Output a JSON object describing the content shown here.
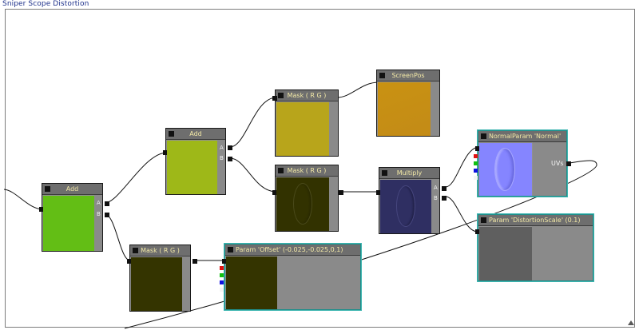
{
  "window": {
    "title": "Sniper Scope Distortion"
  },
  "nodes": {
    "screenpos": {
      "title": "ScreenPos"
    },
    "mask_top": {
      "title": "Mask ( R G )"
    },
    "add_mid": {
      "title": "Add",
      "pin_a": "A",
      "pin_b": "B"
    },
    "mask_mid": {
      "title": "Mask ( R G )"
    },
    "multiply": {
      "title": "Multiply",
      "pin_a": "A",
      "pin_b": "B"
    },
    "normal_param": {
      "title": "NormalParam 'Normal'",
      "pin_uvs": "UVs"
    },
    "add_left": {
      "title": "Add",
      "pin_a": "A",
      "pin_b": "B"
    },
    "distortion_param": {
      "title": "Param 'DistortionScale' (0.1)"
    },
    "mask_bottom": {
      "title": "Mask ( R G )"
    },
    "offset_param": {
      "title": "Param 'Offset' (-0.025,-0.025,0,1)"
    }
  },
  "colors": {
    "screenpos_preview": "#c68e14",
    "mask_top_preview": "#b7a51a",
    "add_mid_preview": "#9db818",
    "mask_mid_preview": "#323200",
    "multiply_preview": "#2f2f62",
    "normal_preview": "#8585ff",
    "add_left_preview": "#63be15",
    "distortion_preview": "#5f5f5f",
    "mask_bottom_preview": "#343400",
    "offset_preview": "#343400",
    "selection": "#1e8f8b",
    "header_text": "#f2e8a6"
  }
}
